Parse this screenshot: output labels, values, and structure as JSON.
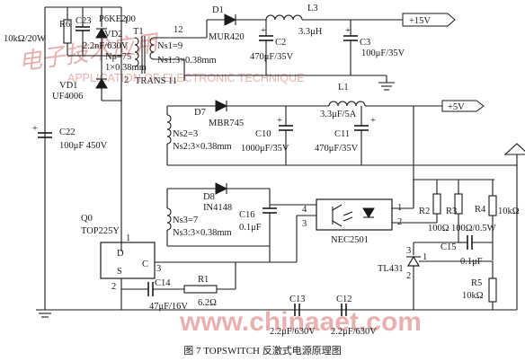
{
  "caption": "图 7  TOPSWITCH 反激式电源原理图",
  "watermark": {
    "site_logo": "www.chinaaet.com",
    "journal_line": "APPLICATION OF ELECTRONIC TECHNIQUE",
    "brand": "电子技术应用"
  },
  "colors": {
    "ink": "#1a1a1a",
    "watermark": "#d87070",
    "background": "#ffffff"
  },
  "components": {
    "r6_name": "R6",
    "r6_value": "10kΩ/20W",
    "c23_name": "C23",
    "c23_value": "2.2nF/630V",
    "p6ke200": "P6KE200",
    "vd2": "VD2",
    "vd1": "VD1",
    "uf4006": "UF4006",
    "c22_name": "C22",
    "c22_value": "100μF 450V",
    "t1": "T1",
    "np": "Np=75",
    "np_wire": "1×0.38mm",
    "trans": "TRANS 11",
    "pin1": "1",
    "pin2": "2",
    "pin12": "12",
    "d1": "D1",
    "mur420": "MUR420",
    "ns1_turns": "Ns1=9",
    "ns1_wire": "Ns1:3×0.38mm",
    "l3": "L3",
    "l3_value": "3.3μH",
    "c2": "C2",
    "c2_value": "470μF/35V",
    "c3": "C3",
    "c3_value": "100μF/35V",
    "out15": "+15V",
    "d7": "D7",
    "mbr745": "MBR745",
    "ns2_turns": "Ns2=3",
    "ns2_wire": "Ns2:3×0.38mm",
    "l1": "L1",
    "l1_value": "3.3μF/5A",
    "c10": "C10",
    "c10_value": "1000μF/35V",
    "c11": "C11",
    "c11_value": "470μF/35V",
    "out5": "+5V",
    "d8": "D8",
    "in4148": "IN4148",
    "ns3_turns": "Ns3=7",
    "ns3_wire": "Ns3:3×0.38mm",
    "c16": "C16",
    "c16_value": "0.1μF",
    "q0": "Q0",
    "top225y": "TOP225Y",
    "pin_d": "D",
    "pin_s": "S",
    "pin_c": "C",
    "q_pin1": "1",
    "q_pin2": "2",
    "q_pin3": "3",
    "oc_pin1": "1",
    "oc_pin2": "2",
    "oc_pin3": "3",
    "oc_pin4": "4",
    "nec2501": "NEC2501",
    "r2": "R2",
    "r2_value": "100Ω",
    "r3": "R3",
    "r3_value": "100Ω/0.5W",
    "r4": "R4",
    "r4_value": "10kΩ",
    "c15": "C15",
    "c15_value": "0.1μF",
    "tl431": "TL431",
    "tl_pin1": "1",
    "tl_pin2": "2",
    "tl_pin3": "3",
    "r5": "R5",
    "r5_value": "10kΩ",
    "c14": "C14",
    "c14_value": "47μF/16V",
    "r1": "R1",
    "r1_value": "6.2Ω",
    "c13": "C13",
    "c13_value": "2.2μF/630V",
    "c12": "C12",
    "c12_value": "2.2μF/630V",
    "plus": "+"
  }
}
